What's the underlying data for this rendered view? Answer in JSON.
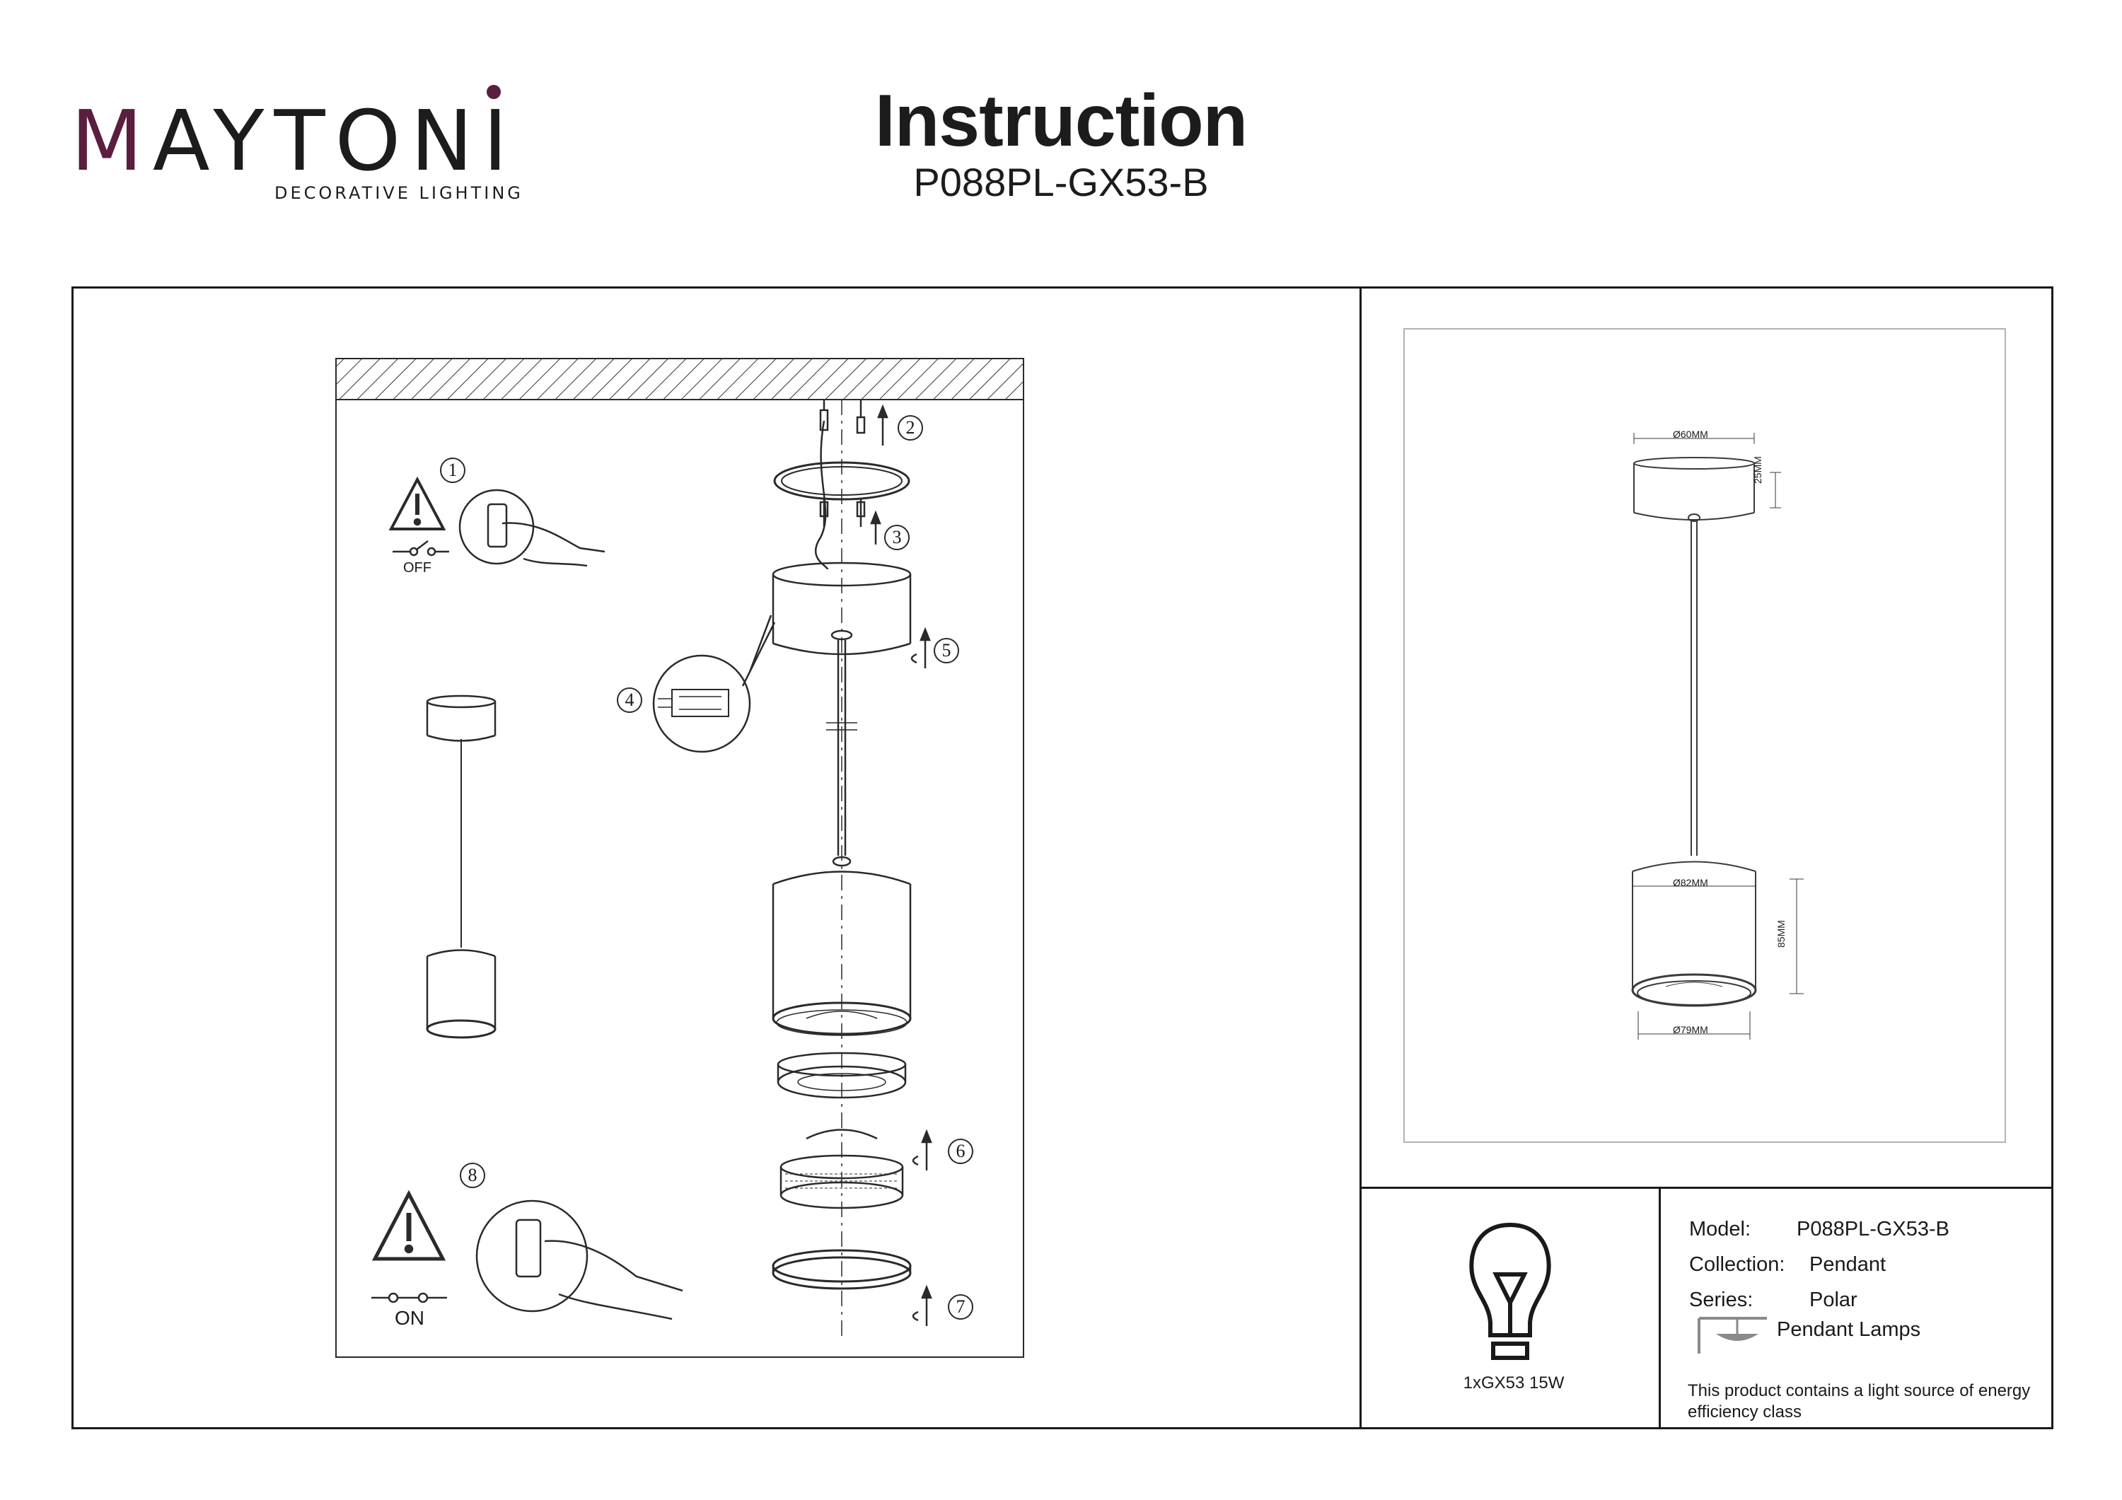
{
  "brand": {
    "name_first": "M",
    "name_rest": "AYTON",
    "name_last": "I",
    "tagline": "DECORATIVE LIGHTING"
  },
  "header": {
    "title": "Instruction",
    "model": "P088PL-GX53-B"
  },
  "steps": [
    "1",
    "2",
    "3",
    "4",
    "5",
    "6",
    "7",
    "8"
  ],
  "switch": {
    "off_label": "OFF",
    "on_label": "ON"
  },
  "dimensions": {
    "canopy_diameter": "Ø60MM",
    "canopy_height": "25MM",
    "shade_diameter": "Ø82MM",
    "shade_height": "85MM",
    "bottom_diameter": "Ø79MM"
  },
  "lamp": {
    "spec": "1xGX53 15W"
  },
  "info": {
    "model_label": "Model:",
    "model_value": "P088PL-GX53-B",
    "collection_label": "Collection:",
    "collection_value": "Pendant",
    "series_label": "Series:",
    "series_value": "Polar",
    "category": "Pendant Lamps",
    "energy_note": "This product contains a light source of energy efficiency class"
  },
  "colors": {
    "brand_accent": "#5a1e3e",
    "line": "#1a1a1a"
  }
}
